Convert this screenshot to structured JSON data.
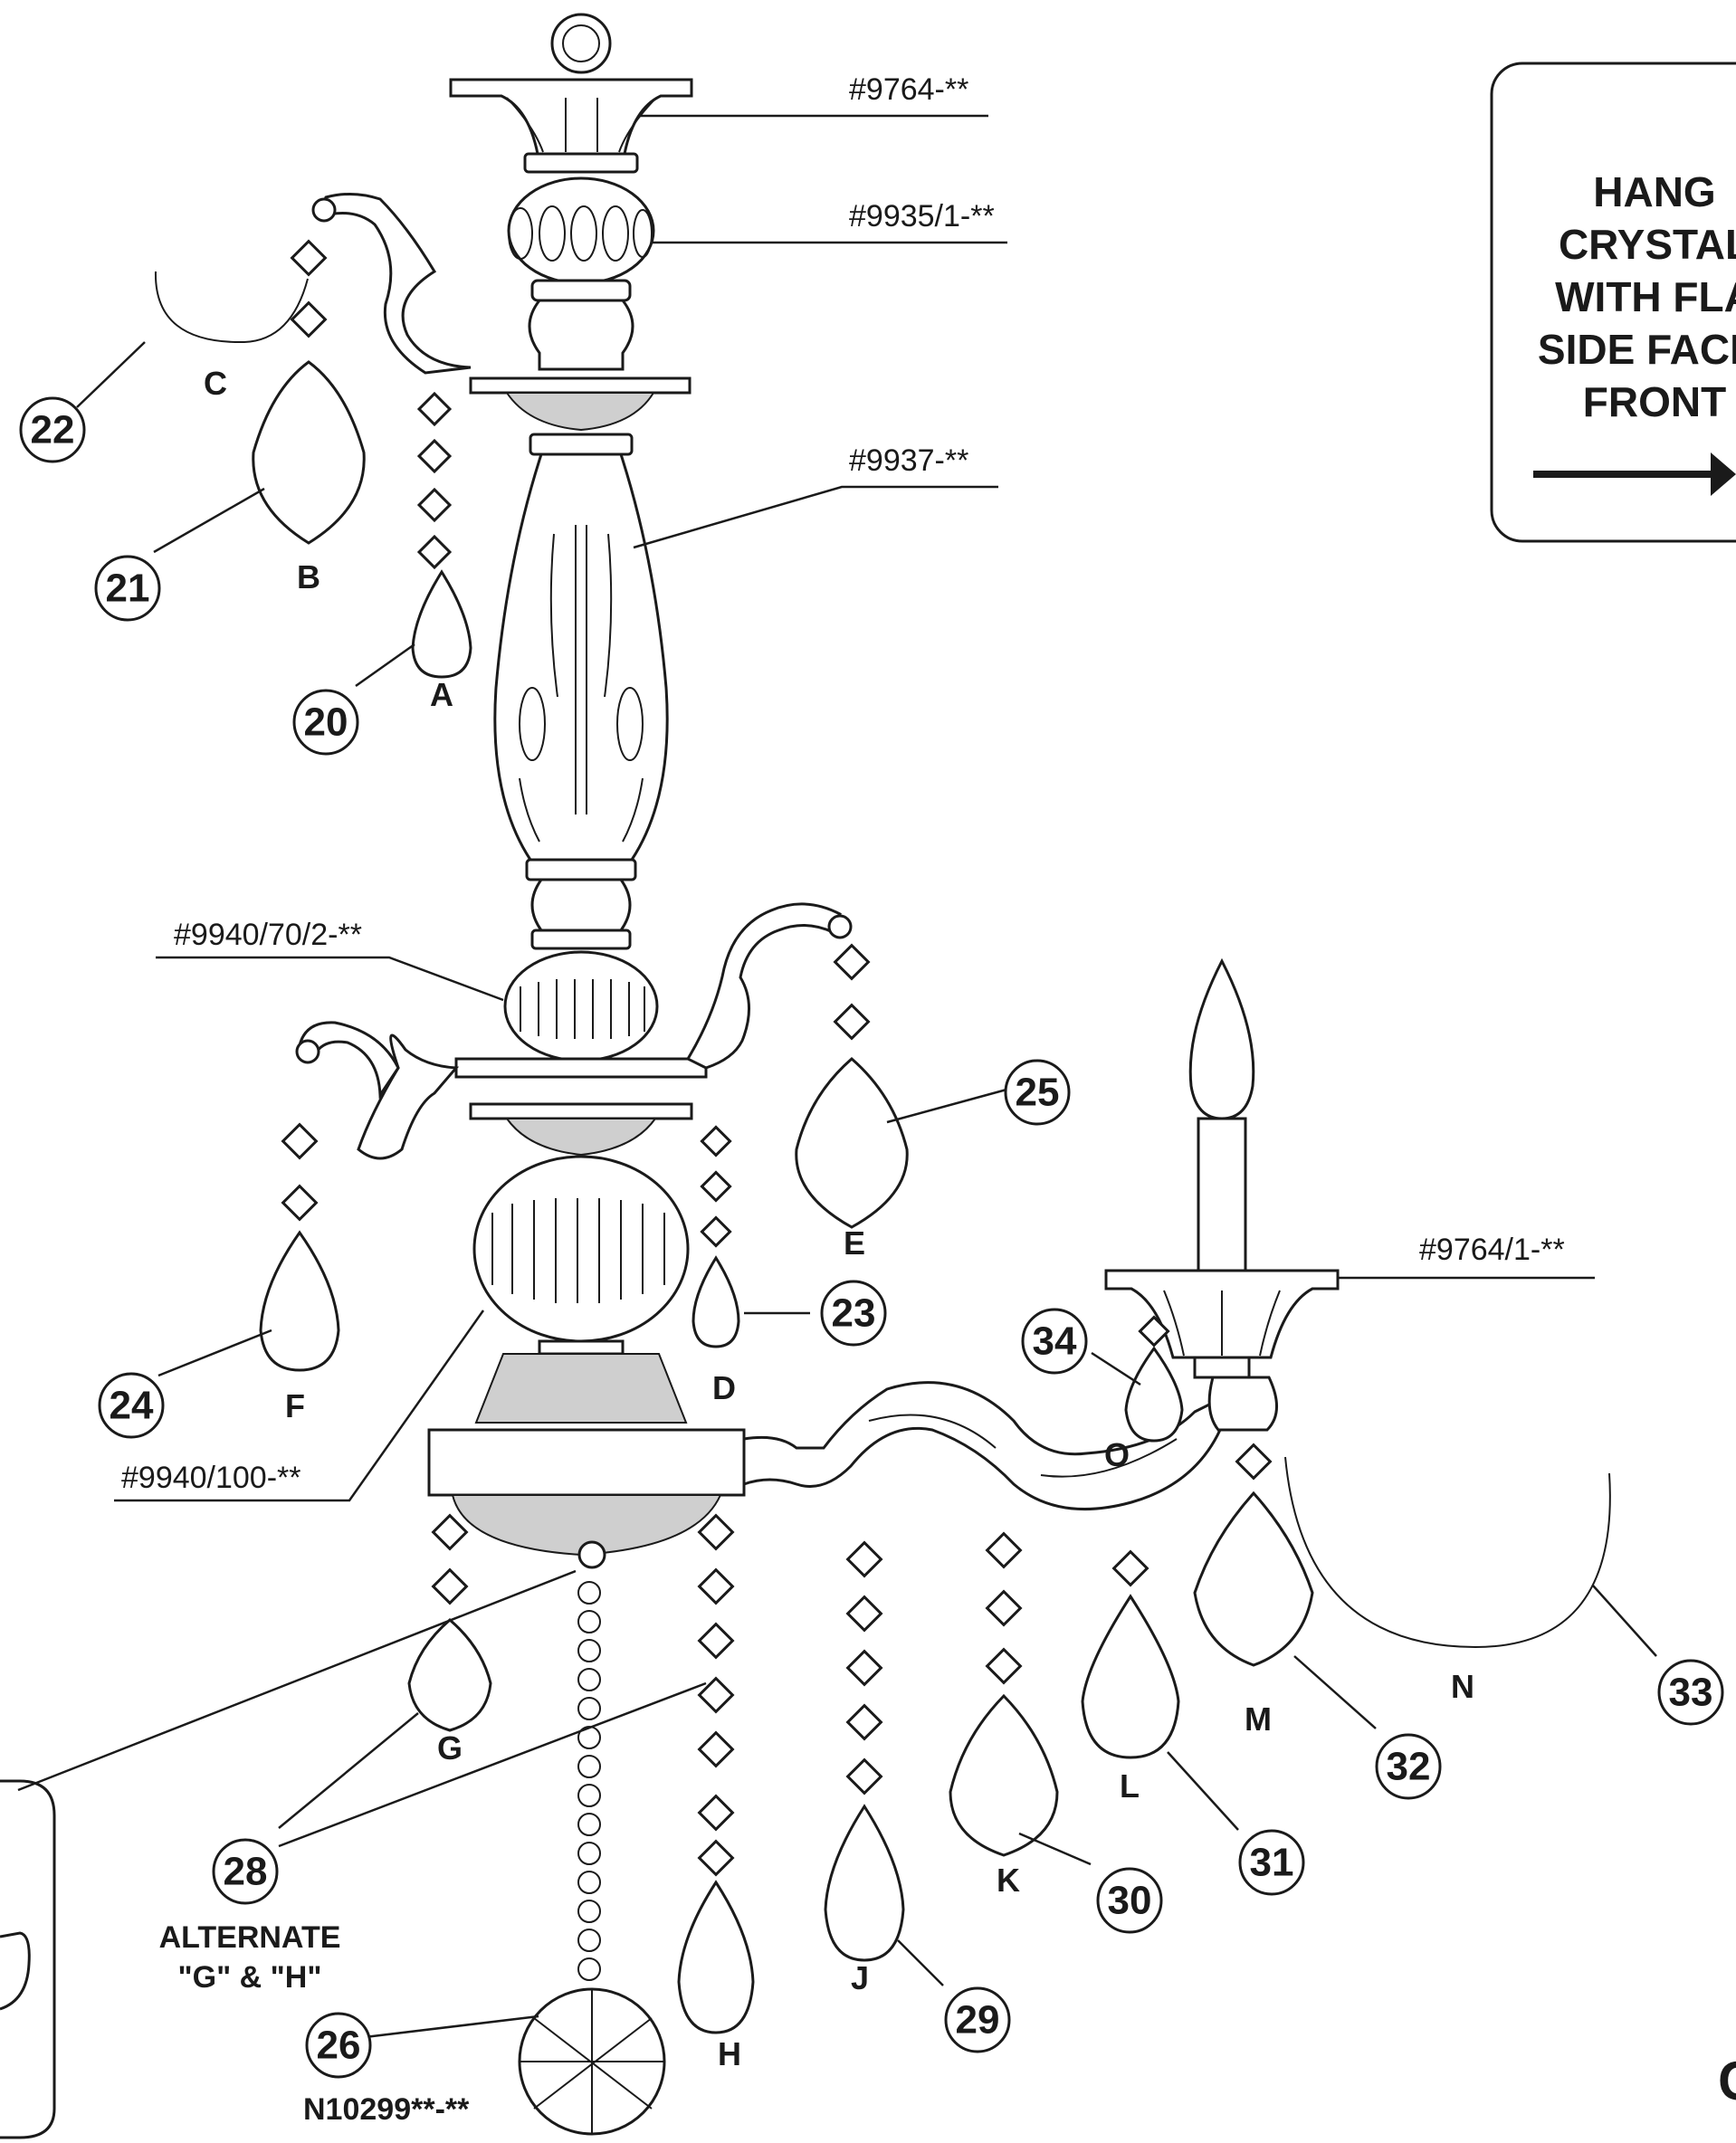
{
  "part_numbers": {
    "canopy": "#9764-**",
    "ball_top": "#9935/1-**",
    "column": "#9937-**",
    "ball_mid": "#9940/70/2-**",
    "ball_large": "#9940/100-**",
    "cup": "#9764/1-**",
    "crystal_ball": "N10299**-**"
  },
  "callouts": [
    "20",
    "21",
    "22",
    "23",
    "24",
    "25",
    "26",
    "28",
    "29",
    "30",
    "31",
    "32",
    "33",
    "34"
  ],
  "letters": [
    "A",
    "B",
    "C",
    "D",
    "E",
    "F",
    "G",
    "H",
    "J",
    "K",
    "L",
    "M",
    "N",
    "O"
  ],
  "alternate_note": {
    "line1": "ALTERNATE",
    "line2": "\"G\" & \"H\""
  },
  "hang_box": {
    "lines": [
      "HANG",
      "CRYSTAL",
      "WITH FLA",
      "SIDE FACIN",
      "FRONT"
    ]
  },
  "corner_glyph": "C",
  "colors": {
    "ink": "#1a1a1a",
    "paper": "#ffffff"
  }
}
